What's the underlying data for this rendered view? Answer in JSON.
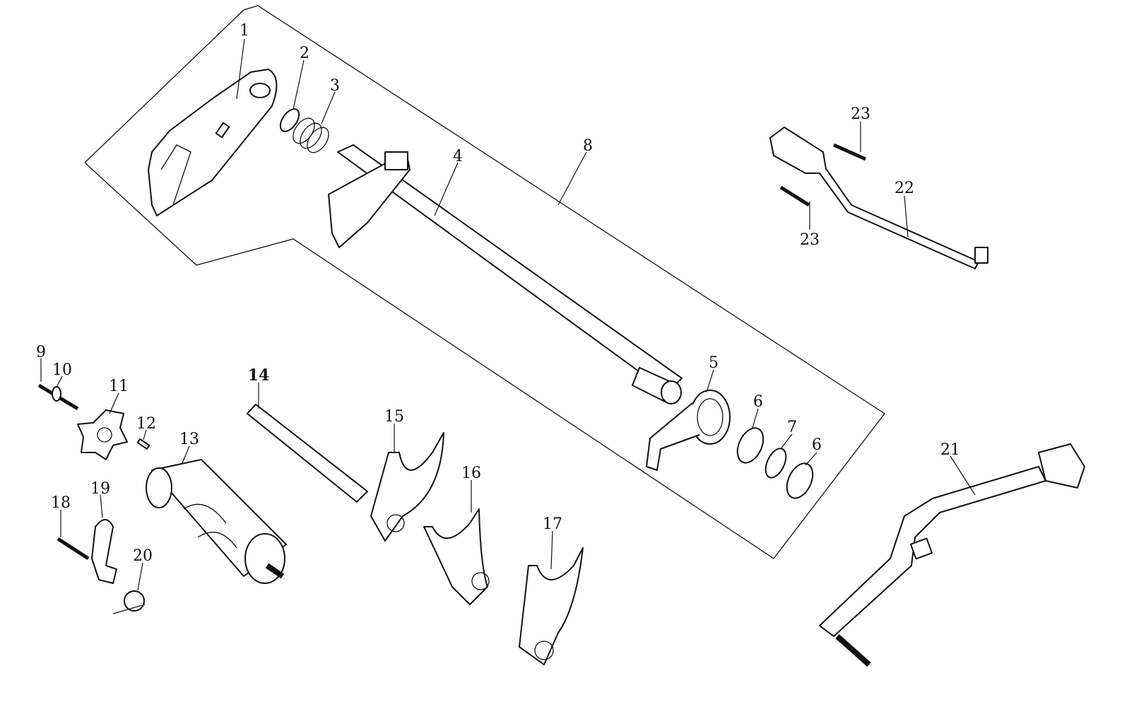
{
  "diagram": {
    "type": "exploded-parts-diagram",
    "labels": [
      {
        "id": "1",
        "text": "1"
      },
      {
        "id": "2",
        "text": "2"
      },
      {
        "id": "3",
        "text": "3"
      },
      {
        "id": "4",
        "text": "4"
      },
      {
        "id": "5",
        "text": "5"
      },
      {
        "id": "6a",
        "text": "6"
      },
      {
        "id": "7",
        "text": "7"
      },
      {
        "id": "6b",
        "text": "6"
      },
      {
        "id": "8",
        "text": "8"
      },
      {
        "id": "9",
        "text": "9"
      },
      {
        "id": "10",
        "text": "10"
      },
      {
        "id": "11",
        "text": "11"
      },
      {
        "id": "12",
        "text": "12"
      },
      {
        "id": "13",
        "text": "13"
      },
      {
        "id": "14",
        "text": "14"
      },
      {
        "id": "15",
        "text": "15"
      },
      {
        "id": "16",
        "text": "16"
      },
      {
        "id": "17",
        "text": "17"
      },
      {
        "id": "18",
        "text": "18"
      },
      {
        "id": "19",
        "text": "19"
      },
      {
        "id": "20",
        "text": "20"
      },
      {
        "id": "21",
        "text": "21"
      },
      {
        "id": "22",
        "text": "22"
      },
      {
        "id": "23a",
        "text": "23"
      },
      {
        "id": "23b",
        "text": "23"
      }
    ]
  }
}
